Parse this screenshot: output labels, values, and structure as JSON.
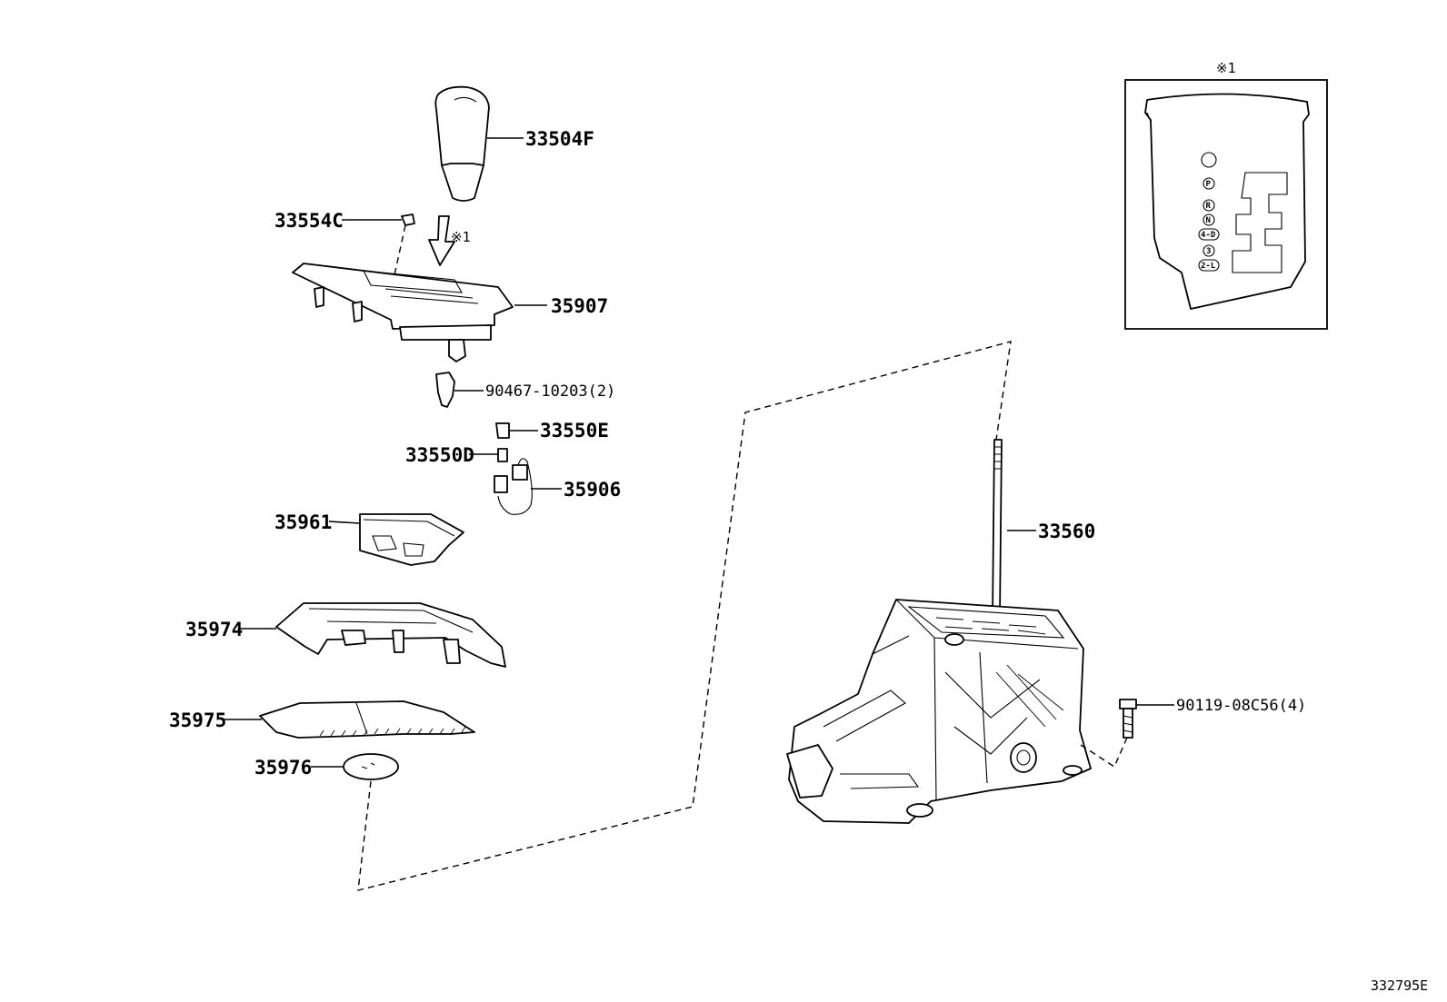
{
  "parts": {
    "p33504F": "33504F",
    "p33554C": "33554C",
    "p35907": "35907",
    "p90467": "90467-10203(2)",
    "p33550E": "33550E",
    "p33550D": "33550D",
    "p35906": "35906",
    "p35961": "35961",
    "p35974": "35974",
    "p35975": "35975",
    "p35976": "35976",
    "p33560": "33560",
    "p90119": "90119-08C56(4)"
  },
  "notes": {
    "arrow_note": "※1",
    "inset_note": "※1"
  },
  "inset_positions": [
    "P",
    "R",
    "N",
    "4-D",
    "3",
    "2-L"
  ],
  "illustration_number": "332795E"
}
